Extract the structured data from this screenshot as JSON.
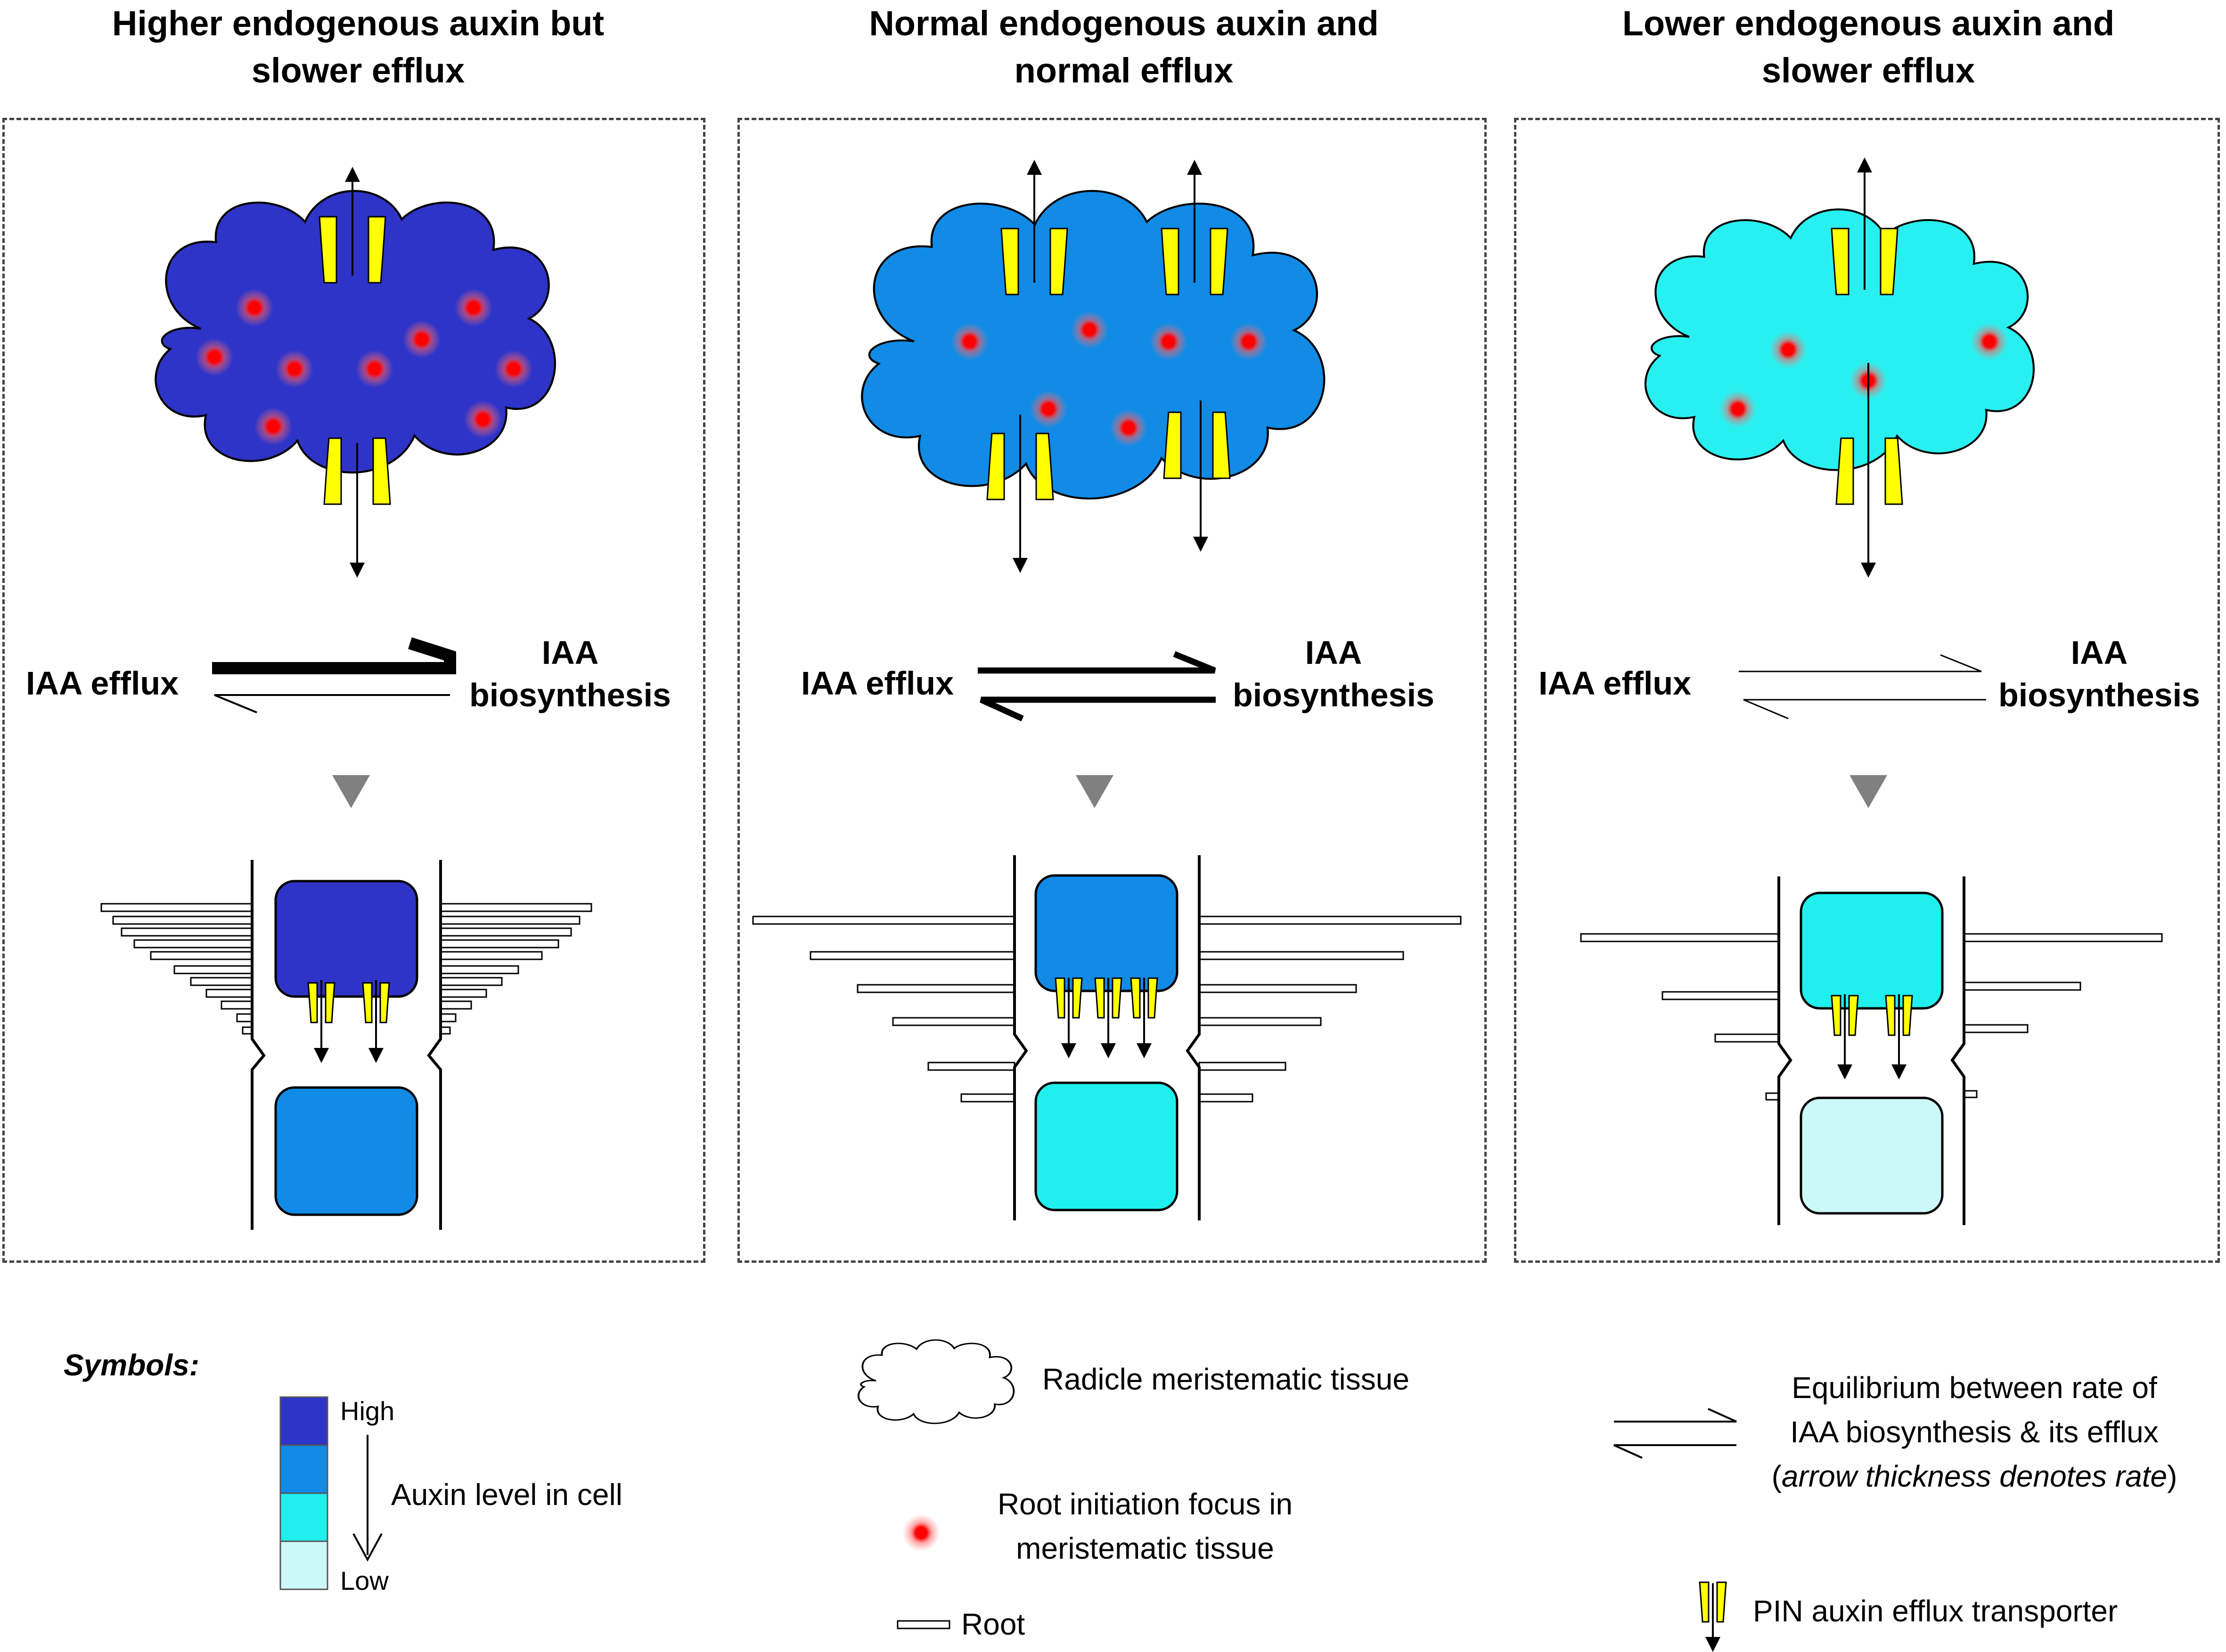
{
  "panels": [
    {
      "title_line1": "Higher endogenous auxin but",
      "title_line2": "slower efflux",
      "left_label": "IAA efflux",
      "right_label_line1": "IAA",
      "right_label_line2": "biosynthesis",
      "cloud_color": "#2f34c8",
      "upper_cell_color": "#2f34c8",
      "lower_cell_color": "#118be6"
    },
    {
      "title_line1": "Normal endogenous auxin and",
      "title_line2": "normal efflux",
      "left_label": "IAA efflux",
      "right_label_line1": "IAA",
      "right_label_line2": "biosynthesis",
      "cloud_color": "#118be6",
      "upper_cell_color": "#118be6",
      "lower_cell_color": "#1ff0ee"
    },
    {
      "title_line1": "Lower endogenous auxin and",
      "title_line2": "slower efflux",
      "left_label": "IAA efflux",
      "right_label_line1": "IAA",
      "right_label_line2": "biosynthesis",
      "cloud_color": "#29f0f0",
      "upper_cell_color": "#1ff0ee",
      "lower_cell_color": "#cdf8f8"
    }
  ],
  "legend": {
    "symbols_heading": "Symbols:",
    "high_label": "High",
    "low_label": "Low",
    "auxin_level_label": "Auxin level in cell",
    "auxin_scale_colors": [
      "#2f34c8",
      "#118be6",
      "#1ff0ee",
      "#cdf8f8"
    ],
    "cloud_label": "Radicle meristematic tissue",
    "focus_label_line1": "Root initiation focus in",
    "focus_label_line2": "meristematic tissue",
    "root_label": "Root",
    "equilibrium_line1": "Equilibrium between rate of",
    "equilibrium_line2": "IAA biosynthesis & its efflux",
    "equilibrium_line3": "arrow thickness denotes rate",
    "pin_label": "PIN auxin efflux transporter"
  },
  "colors": {
    "focus_red": "#ff0000",
    "pin_yellow": "#ffff00",
    "gray_arrow": "#808080"
  }
}
